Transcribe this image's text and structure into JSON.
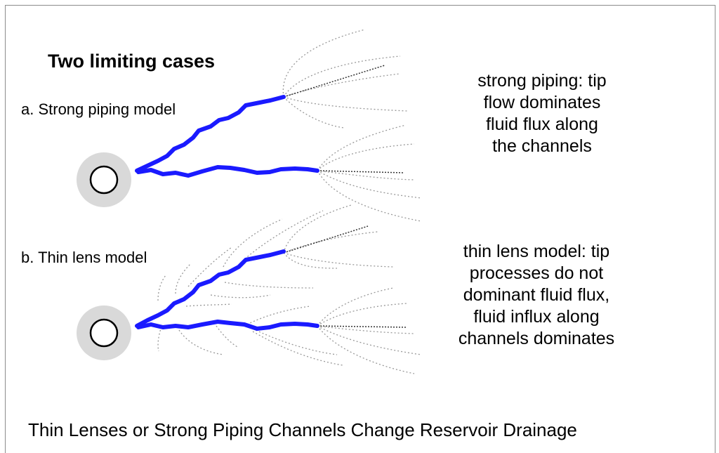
{
  "title": "Two limiting cases",
  "case_a": {
    "label": "a. Strong piping model",
    "note": "strong piping: tip\nflow dominates\nfluid flux along\nthe channels"
  },
  "case_b": {
    "label": "b. Thin lens model",
    "note": "thin lens model: tip\nprocesses do not\ndominant fluid flux,\nfluid influx along\nchannels dominates"
  },
  "caption": "Thin Lenses or Strong Piping Channels Change Reservoir Drainage",
  "colors": {
    "channel": "#1a1aff",
    "borehole_halo": "#d9d9d9",
    "fracture_dotted": "#999999",
    "fracture_tip": "#333333",
    "frame": "#8c8c8c"
  }
}
